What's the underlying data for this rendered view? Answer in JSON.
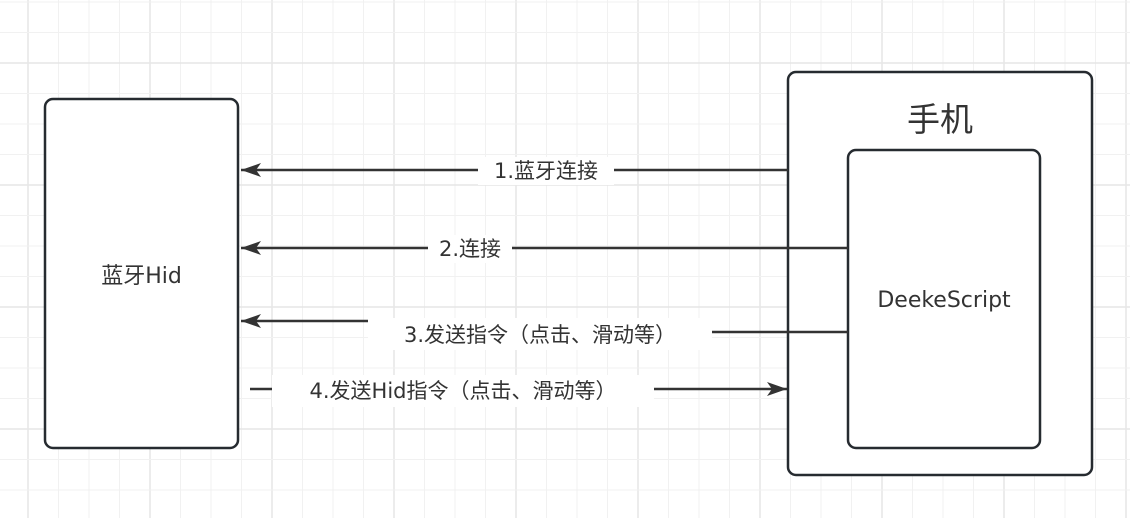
{
  "diagram": {
    "nodes": {
      "bluetooth_hid": {
        "label": "蓝牙Hid"
      },
      "phone": {
        "label": "手机"
      },
      "deekescript": {
        "label": "DeekeScript"
      }
    },
    "edges": [
      {
        "id": "edge-1",
        "label": "1.蓝牙连接",
        "from": "phone",
        "to": "bluetooth_hid"
      },
      {
        "id": "edge-2",
        "label": "2.连接",
        "from": "deekescript",
        "to": "bluetooth_hid"
      },
      {
        "id": "edge-3",
        "label": "3.发送指令（点击、滑动等）",
        "from": "deekescript",
        "to": "bluetooth_hid"
      },
      {
        "id": "edge-4",
        "label": "4.发送Hid指令（点击、滑动等）",
        "from": "bluetooth_hid",
        "to": "phone"
      }
    ]
  },
  "colors": {
    "stroke": "#262b30",
    "arrow": "#333333",
    "text": "#333333",
    "grid_minor": "#f1f1f1",
    "grid_major": "#e6e6e6",
    "background": "#ffffff"
  }
}
